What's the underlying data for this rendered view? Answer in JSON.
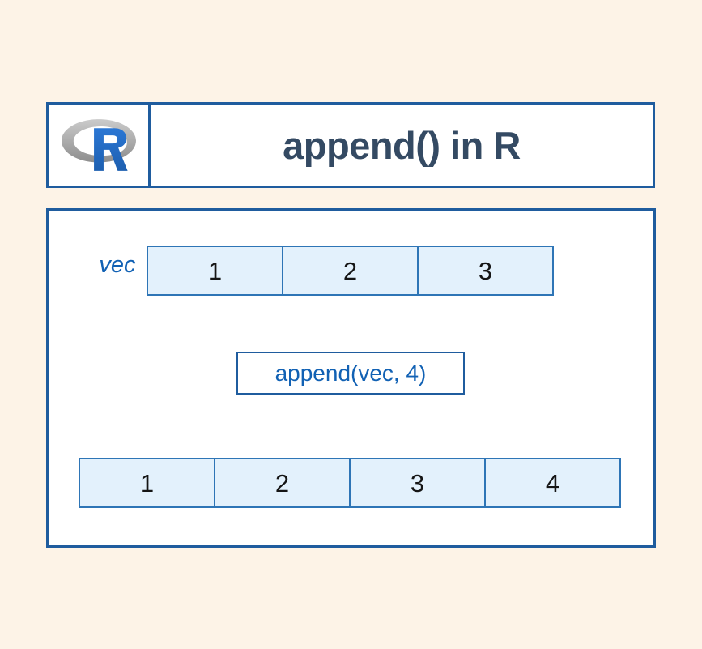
{
  "page": {
    "background_color": "#FDF3E7"
  },
  "header": {
    "logo_icon": "r-language-logo-icon",
    "logo_ring_color": "#9C9C9C",
    "logo_letter_color": "#276DC2",
    "logo_letter": "R",
    "title": "append() in R",
    "title_color": "#344A63",
    "border_color": "#1F5C9E"
  },
  "diagram": {
    "border_color": "#1F5C9E",
    "cell_fill": "#E3F1FC",
    "cell_border": "#2E75B6",
    "accent_color": "#1161B4",
    "input": {
      "label": "vec",
      "values": [
        "1",
        "2",
        "3"
      ]
    },
    "operation": {
      "label": "append(vec, 4)"
    },
    "output": {
      "values": [
        "1",
        "2",
        "3",
        "4"
      ]
    },
    "arrow": {
      "color": "#1F5C9E",
      "direction": "down"
    }
  }
}
